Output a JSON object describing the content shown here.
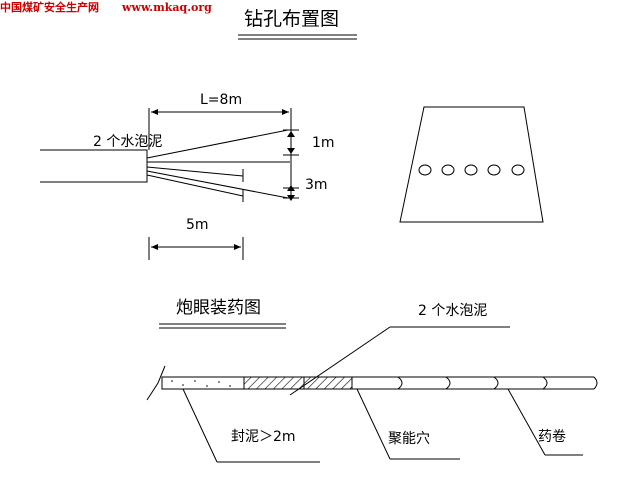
{
  "watermark": {
    "site_name": "中国煤矿安全生产网",
    "url": "www.mkaq.org",
    "color": "#cc0000"
  },
  "drill_layout": {
    "title": "钻孔布置图",
    "length_label": "L=8m",
    "plug_label": "2 个水泡泥",
    "spacing_1": "1m",
    "spacing_2": "3m",
    "offset_label": "5m"
  },
  "charge_diagram": {
    "title": "炮眼装药图",
    "plug_label": "2 个水泡泥",
    "stemming_label": "封泥＞2m",
    "cavity_label": "聚能穴",
    "cartridge_label": "药卷"
  },
  "face_section": {
    "hole_count": 5
  }
}
